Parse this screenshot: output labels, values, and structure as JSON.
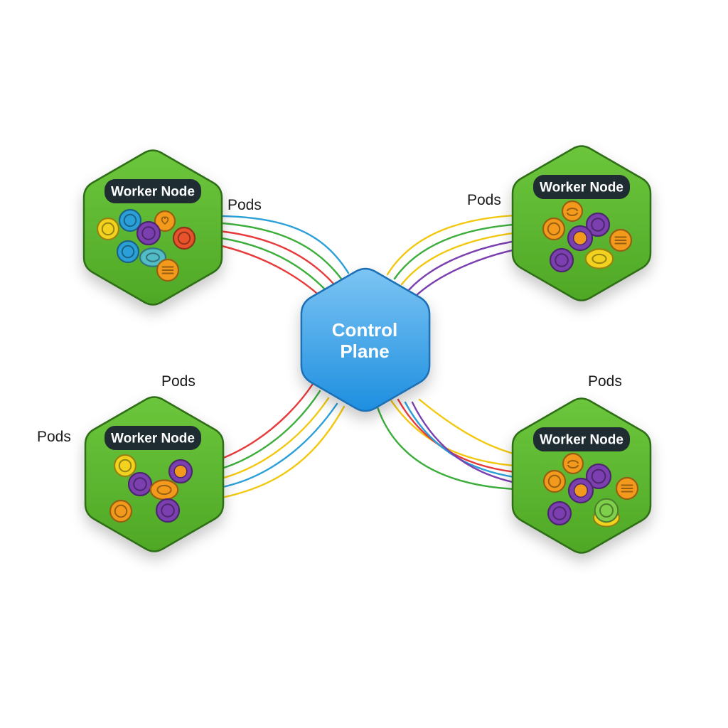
{
  "colors": {
    "node_fill": "#5cb82e",
    "node_stroke": "#2f6e17",
    "badge_fill": "#1f2d33",
    "control_fill": "#3b98e2",
    "control_stroke": "#1f6fb5",
    "pod_yellow": "#f2d21f",
    "pod_blue": "#2a9fd8",
    "pod_purple": "#7b3fb0",
    "pod_orange": "#f39a1d",
    "pod_red": "#e8532b",
    "pod_teal": "#52bcc7",
    "pod_green": "#7ed04b",
    "link_palette": [
      "#f2c80f",
      "#2a9fd8",
      "#7b3fb0",
      "#e83a3a",
      "#3cae3c",
      "#f39a1d"
    ]
  },
  "control_plane": {
    "line1": "Control",
    "line2": "Plane"
  },
  "worker_nodes": [
    {
      "id": "top-left",
      "label": "Worker Node"
    },
    {
      "id": "top-right",
      "label": "Worker Node"
    },
    {
      "id": "bottom-left",
      "label": "Worker Node"
    },
    {
      "id": "bottom-right",
      "label": "Worker Node"
    }
  ],
  "pods_labels": [
    "Pods",
    "Pods",
    "Pods",
    "Pods",
    "Pods"
  ]
}
